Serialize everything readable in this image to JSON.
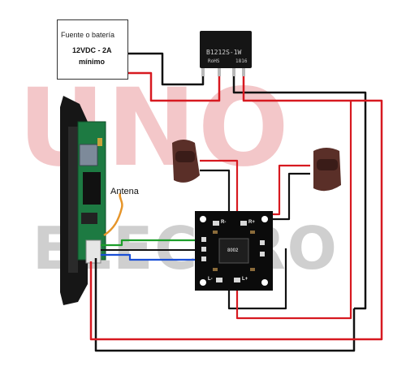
{
  "watermark": {
    "top_text": "UNO",
    "bottom_text": "ELECTRO"
  },
  "power_supply": {
    "title": "Fuente o batería",
    "rating": "12VDC - 2A",
    "minimum": "mínimo"
  },
  "converter": {
    "model": "B1212S-1W",
    "marking": "RoHS",
    "date_code": "1816"
  },
  "amplifier": {
    "labels": {
      "r_minus": "R-",
      "r_plus": "R+",
      "l_minus": "L-",
      "l_plus": "L+",
      "chip": "8002"
    }
  },
  "antenna": {
    "label": "Antena"
  },
  "colors": {
    "power_red": "#d71920",
    "ground_black": "#111111",
    "audio_green": "#1c9e2a",
    "audio_blue": "#1b4fd6",
    "antenna_orange": "#e6952a",
    "pcb_black": "#0b0b0b",
    "speaker_brown": "#5a2f28",
    "watermark_red": "#f3c7c9",
    "watermark_grey": "#cfcfcf"
  }
}
